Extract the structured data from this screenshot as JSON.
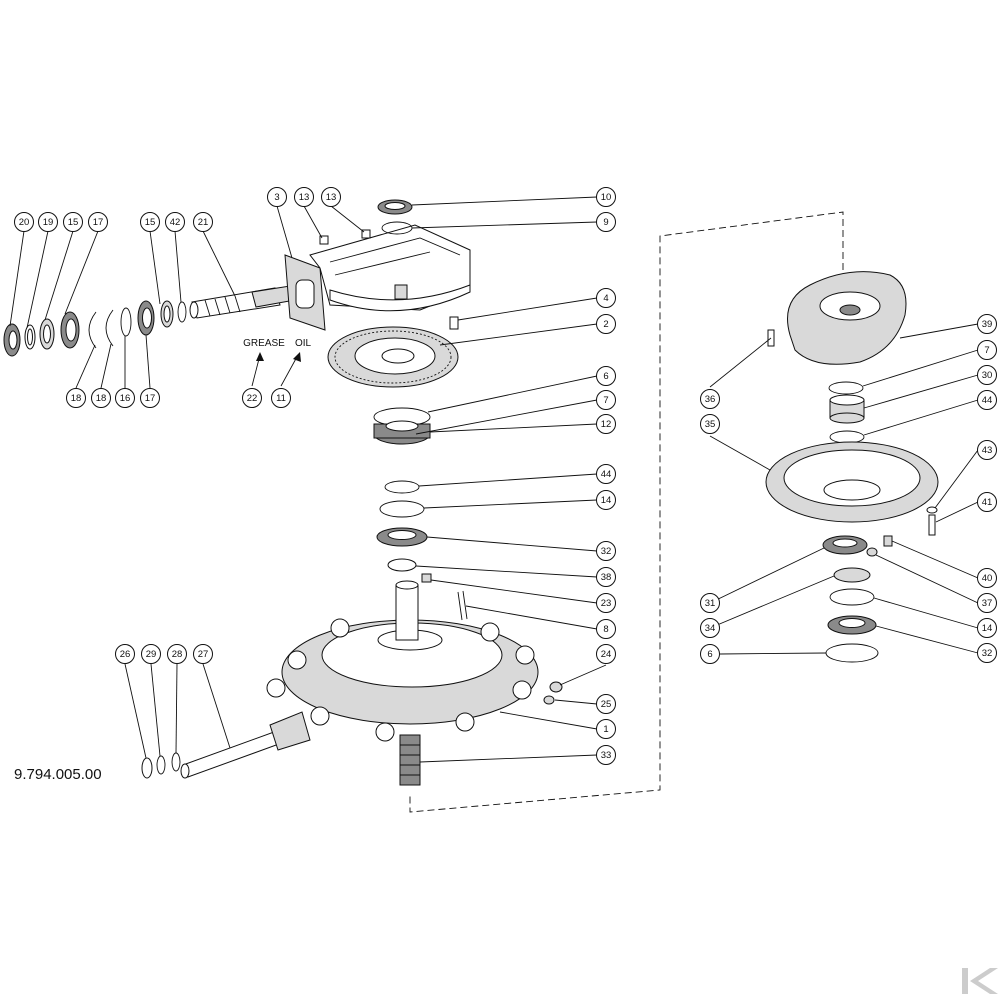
{
  "drawing_number": "9.794.005.00",
  "notes": {
    "grease": "GREASE",
    "oil": "OIL"
  },
  "callouts": [
    {
      "id": "c20",
      "label": "20"
    },
    {
      "id": "c19",
      "label": "19"
    },
    {
      "id": "c15a",
      "label": "15"
    },
    {
      "id": "c17a",
      "label": "17"
    },
    {
      "id": "c15b",
      "label": "15"
    },
    {
      "id": "c42",
      "label": "42"
    },
    {
      "id": "c21",
      "label": "21"
    },
    {
      "id": "c18a",
      "label": "18"
    },
    {
      "id": "c18b",
      "label": "18"
    },
    {
      "id": "c16",
      "label": "16"
    },
    {
      "id": "c17b",
      "label": "17"
    },
    {
      "id": "c3",
      "label": "3"
    },
    {
      "id": "c13a",
      "label": "13"
    },
    {
      "id": "c13b",
      "label": "13"
    },
    {
      "id": "c22",
      "label": "22"
    },
    {
      "id": "c11",
      "label": "11"
    },
    {
      "id": "c10",
      "label": "10"
    },
    {
      "id": "c9",
      "label": "9"
    },
    {
      "id": "c4",
      "label": "4"
    },
    {
      "id": "c2",
      "label": "2"
    },
    {
      "id": "c6a",
      "label": "6"
    },
    {
      "id": "c7a",
      "label": "7"
    },
    {
      "id": "c12",
      "label": "12"
    },
    {
      "id": "c44a",
      "label": "44"
    },
    {
      "id": "c14a",
      "label": "14"
    },
    {
      "id": "c32a",
      "label": "32"
    },
    {
      "id": "c38",
      "label": "38"
    },
    {
      "id": "c23",
      "label": "23"
    },
    {
      "id": "c8",
      "label": "8"
    },
    {
      "id": "c24",
      "label": "24"
    },
    {
      "id": "c25",
      "label": "25"
    },
    {
      "id": "c1",
      "label": "1"
    },
    {
      "id": "c33",
      "label": "33"
    },
    {
      "id": "c26",
      "label": "26"
    },
    {
      "id": "c29",
      "label": "29"
    },
    {
      "id": "c28",
      "label": "28"
    },
    {
      "id": "c27",
      "label": "27"
    },
    {
      "id": "c36",
      "label": "36"
    },
    {
      "id": "c35",
      "label": "35"
    },
    {
      "id": "c39",
      "label": "39"
    },
    {
      "id": "c7b",
      "label": "7"
    },
    {
      "id": "c30",
      "label": "30"
    },
    {
      "id": "c44b",
      "label": "44"
    },
    {
      "id": "c43",
      "label": "43"
    },
    {
      "id": "c41",
      "label": "41"
    },
    {
      "id": "c40",
      "label": "40"
    },
    {
      "id": "c31",
      "label": "31"
    },
    {
      "id": "c37",
      "label": "37"
    },
    {
      "id": "c34",
      "label": "34"
    },
    {
      "id": "c14b",
      "label": "14"
    },
    {
      "id": "c32b",
      "label": "32"
    },
    {
      "id": "c6b",
      "label": "6"
    }
  ],
  "logo": {
    "text": "K",
    "color": "#cccccc"
  }
}
